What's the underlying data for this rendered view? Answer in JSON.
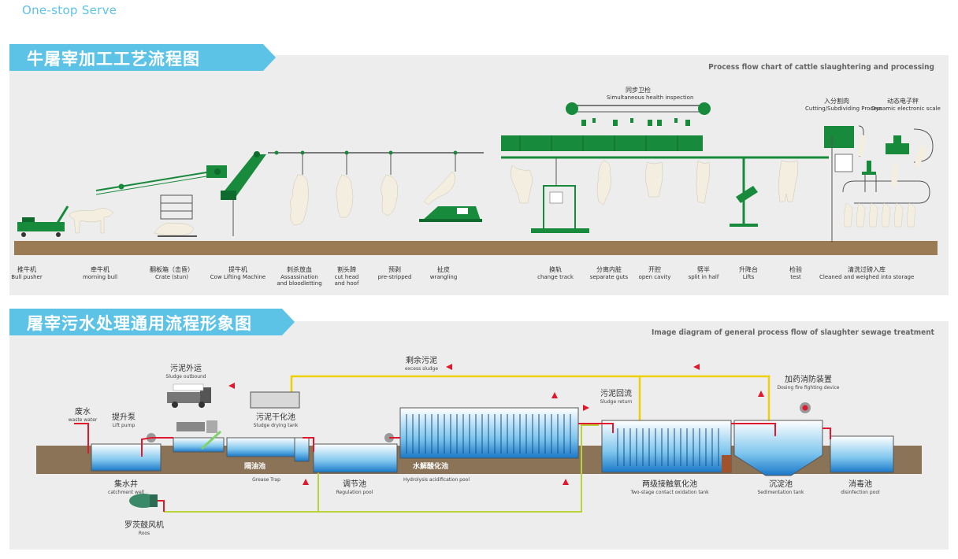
{
  "tagline": "One-stop Serve",
  "section1": {
    "banner": "牛屠宰加工工艺流程图",
    "subtitle": "Process flow chart of cattle slaughtering and processing",
    "inspection": {
      "cn": "同步卫检",
      "en": "Simultaneous health inspection"
    },
    "cutting": {
      "cn": "入分割肉",
      "en": "Cutting/Subdividing Process"
    },
    "scale": {
      "cn": "动态电子秤",
      "en": "Dynamic electronic scale"
    },
    "steps": [
      {
        "cn": "推牛机",
        "en": "Bull pusher"
      },
      {
        "cn": "牵牛机",
        "en": "morning bull"
      },
      {
        "cn": "翻板箱（击昏）",
        "en": "Crate (stun)"
      },
      {
        "cn": "提牛机",
        "en": "Cow Lifting Machine"
      },
      {
        "cn": "刺杀放血",
        "en": "Assassination and bloodletting"
      },
      {
        "cn": "割头蹄",
        "en": "cut head and hoof"
      },
      {
        "cn": "预剥",
        "en": "pre-stripped"
      },
      {
        "cn": "扯皮",
        "en": "wrangling"
      },
      {
        "cn": "换轨",
        "en": "change track"
      },
      {
        "cn": "分离内脏",
        "en": "separate guts"
      },
      {
        "cn": "开腔",
        "en": "open cavity"
      },
      {
        "cn": "劈半",
        "en": "split in half"
      },
      {
        "cn": "升降台",
        "en": "Lifts"
      },
      {
        "cn": "检验",
        "en": "test"
      },
      {
        "cn": "清洗过磅入库",
        "en": "Cleaned and weighed into storage"
      }
    ]
  },
  "section2": {
    "banner": "屠宰污水处理通用流程形象图",
    "subtitle": "Image diagram of general process flow of slaughter sewage treatment",
    "waste_water": {
      "cn": "废水",
      "en": "waste water"
    },
    "lift_pump": {
      "cn": "提升泵",
      "en": "Lift pump"
    },
    "sludge_outbound": {
      "cn": "污泥外运",
      "en": "Sludge outbound"
    },
    "sludge_drying": {
      "cn": "污泥干化池",
      "en": "Sludge drying tank"
    },
    "excess_sludge": {
      "cn": "剩余污泥",
      "en": "excess sludge"
    },
    "sludge_return": {
      "cn": "污泥回流",
      "en": "Sludge return"
    },
    "dosing": {
      "cn": "加药消防装置",
      "en": "Dosing fire fighting device"
    },
    "grease_trap_inner": "隔油池",
    "grease_trap_en": "Grease Trap",
    "hydrolysis_inner": "水解酸化池",
    "hydrolysis_en": "Hydrolysis acidification pool",
    "catchment": {
      "cn": "集水井",
      "en": "catchment well"
    },
    "regulation": {
      "cn": "调节池",
      "en": "Regulation pool"
    },
    "contact": {
      "cn": "两级接触氧化池",
      "en": "Two-stage contact oxidation tank"
    },
    "sedimentation": {
      "cn": "沉淀池",
      "en": "Sedimentation tank"
    },
    "disinfection": {
      "cn": "消毒池",
      "en": "disinfection pool"
    },
    "roots": {
      "cn": "罗茨鼓风机",
      "en": "Roos"
    }
  },
  "colors": {
    "banner": "#5cc3e6",
    "green": "#178a3c",
    "ground": "#8b6e4e",
    "water": "#1a78c8",
    "yellow": "#f0d000",
    "lime": "#b6d43a",
    "red": "#e0182d"
  }
}
